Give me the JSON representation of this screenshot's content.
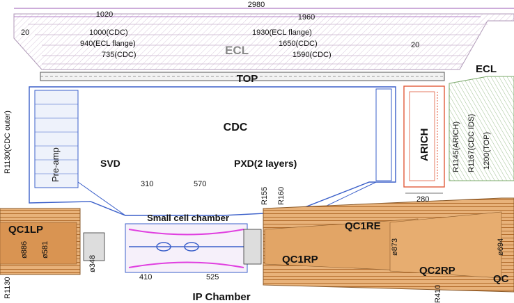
{
  "colors": {
    "ecl_line": "#b09ab8",
    "ecl_purple": "#9b59b6",
    "cdc_blue": "#3a5fc9",
    "arich_red": "#e05a3a",
    "endcap_green": "#7aa86a",
    "magnet_brown": "#c9843d",
    "magnet_dark": "#8a5a2a",
    "beam_magenta": "#e040e0",
    "grey": "#888888",
    "pink_hatch": "#e4b8d8"
  },
  "dimensions": {
    "d2980": "2980",
    "d1020": "1020",
    "d1960": "1960",
    "d20_left": "20",
    "d1000": "1000(CDC)",
    "d1930": "1930(ECL flange)",
    "d940": "940(ECL flange)",
    "d1650": "1650(CDC)",
    "d735": "735(CDC)",
    "d1590": "1590(CDC)",
    "d20_right": "20",
    "d310": "310",
    "d570": "570",
    "d280": "280",
    "d410": "410",
    "d525": "525",
    "r155": "R155",
    "r160": "R160",
    "r410": "R410",
    "phi886": "ø886",
    "phi581": "ø581",
    "phi348": "ø348",
    "phi873": "ø873",
    "phi694": "ø694"
  },
  "labels": {
    "ecl_barrel": "ECL",
    "ecl_endcap": "ECL",
    "top": "TOP",
    "cdc": "CDC",
    "arich": "ARICH",
    "preamp": "Pre-amp",
    "svd": "SVD",
    "pxd": "PXD(2 layers)",
    "small_cell": "Small cell chamber",
    "ip_chamber": "IP Chamber",
    "r1145": "R1145(ARICH)",
    "r1167": "R1167(CDC IDS)",
    "r1200": "1200(TOP)",
    "left_edge_upper": "R1130(CDC outer)",
    "left_edge_lower": "R1130"
  },
  "magnets": {
    "qc1lp": "QC1LP",
    "qc1re": "QC1RE",
    "qc1rp": "QC1RP",
    "qc2rp": "QC2RP",
    "qc_partial": "QC"
  }
}
